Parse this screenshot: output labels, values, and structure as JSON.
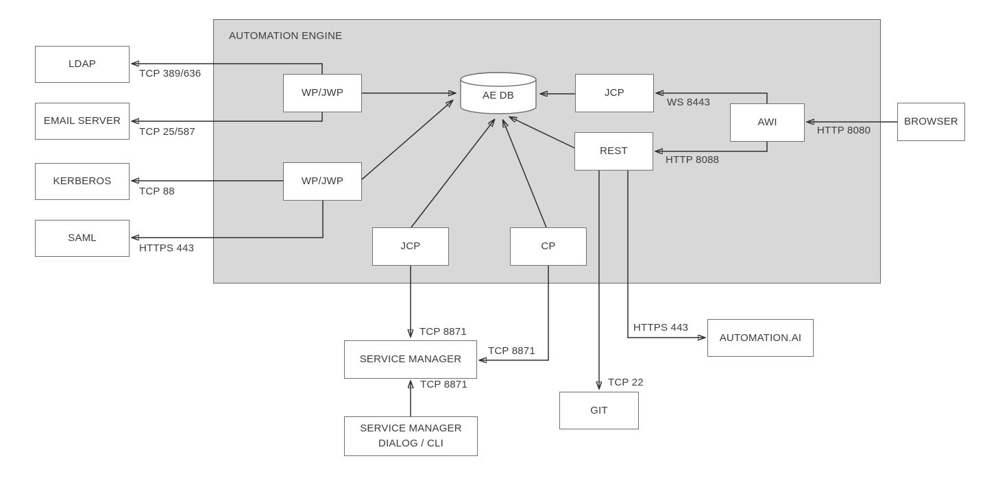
{
  "engine": {
    "title": "AUTOMATION ENGINE"
  },
  "nodes": {
    "ldap": "LDAP",
    "email_server": "EMAIL SERVER",
    "kerberos": "KERBEROS",
    "saml": "SAML",
    "wp_jwp_1": "WP/JWP",
    "wp_jwp_2": "WP/JWP",
    "ae_db": "AE DB",
    "jcp_top": "JCP",
    "rest": "REST",
    "awi": "AWI",
    "browser": "BROWSER",
    "jcp_bottom": "JCP",
    "cp": "CP",
    "service_manager": "SERVICE MANAGER",
    "service_manager_dialog_line1": "SERVICE MANAGER",
    "service_manager_dialog_line2": "DIALOG / CLI",
    "git": "GIT",
    "automation_ai": "AUTOMATION.AI"
  },
  "edge_labels": {
    "ldap_port": "TCP 389/636",
    "email_port": "TCP 25/587",
    "kerberos_port": "TCP 88",
    "saml_port": "HTTPS 443",
    "jcp_ws_port": "WS 8443",
    "rest_http_port": "HTTP 8088",
    "browser_http_port": "HTTP 8080",
    "jcp_sm_port": "TCP 8871",
    "cp_sm_port": "TCP 8871",
    "dialog_sm_port": "TCP 8871",
    "git_port": "TCP 22",
    "automation_ai_port": "HTTPS 443"
  },
  "colors": {
    "engine_fill": "#d8d8d8",
    "engine_border": "#676767",
    "node_fill": "#ffffff",
    "node_border": "#6f6f6f",
    "line": "#2e2e2e",
    "text": "#3d3d3d",
    "background": "#ffffff"
  }
}
